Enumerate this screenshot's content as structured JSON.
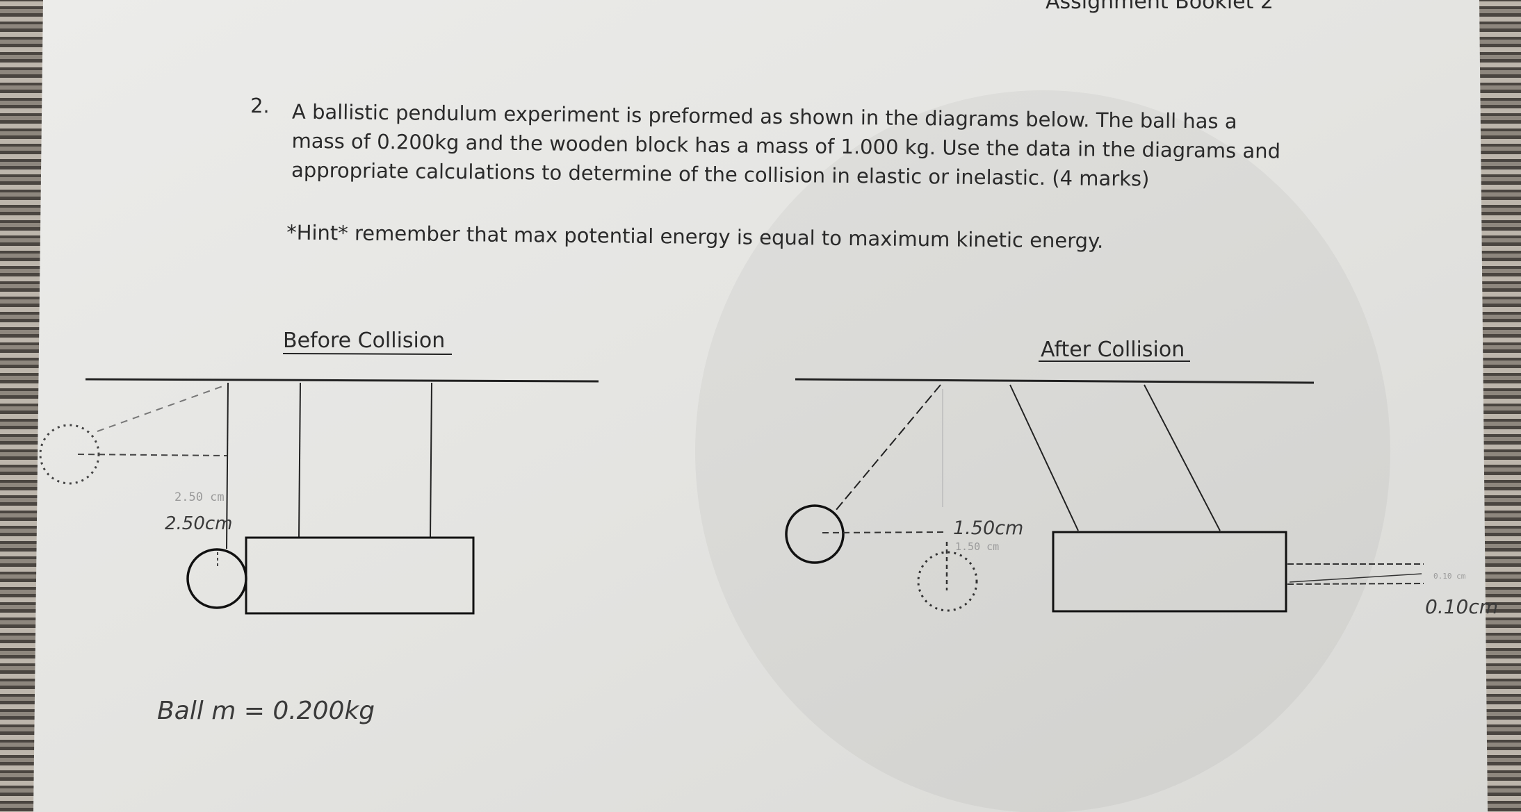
{
  "header": {
    "title": "Assignment Booklet 2"
  },
  "question": {
    "number": "2.",
    "lines": [
      "A ballistic pendulum experiment is preformed as shown in the diagrams below. The ball has a",
      "mass of 0.200kg and the wooden block has a mass of 1.000 kg. Use the data in the diagrams and",
      "appropriate calculations to determine of the collision in elastic or inelastic. (4 marks)"
    ],
    "hint": "*Hint* remember that max potential energy is equal to maximum kinetic energy."
  },
  "before": {
    "title": "Before Collision",
    "height_printed": "2.50 cm",
    "height_handwritten": "2.50cm",
    "ball_mass_note": "Ball m = 0.200kg"
  },
  "after": {
    "title": "After Collision",
    "ball_height_handwritten": "1.50cm",
    "ball_height_printed": "1.50 cm",
    "block_height_printed": "0.10 cm",
    "block_height_handwritten": "0.10cm"
  },
  "colors": {
    "paper": "#e6e6e3",
    "ink": "#222222",
    "pencil": "#3a3a3a"
  }
}
